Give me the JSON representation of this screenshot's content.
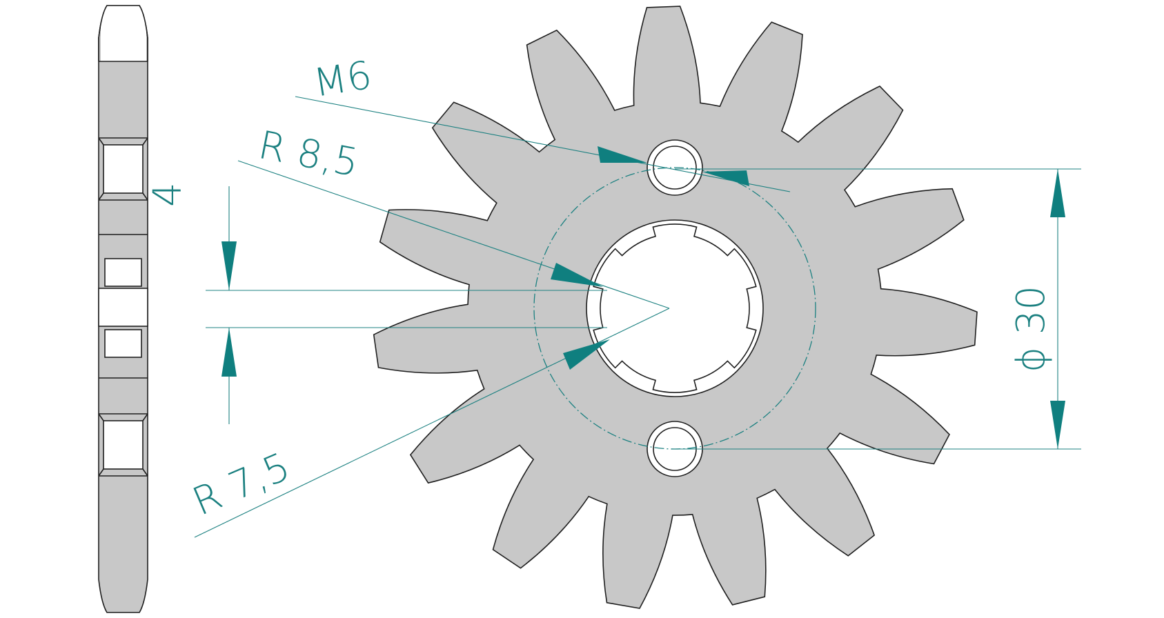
{
  "colors": {
    "part_fill": "#c8c8c8",
    "part_stroke": "#1e1e1e",
    "dimension": "#1b8080",
    "background": "#ffffff"
  },
  "dimensions": {
    "thread": "M6",
    "outer_radius": "R 8,5",
    "inner_radius": "R 7,5",
    "spline_width": "4",
    "bolt_spacing": "ϕ 30"
  },
  "sprocket": {
    "teeth": 15
  }
}
